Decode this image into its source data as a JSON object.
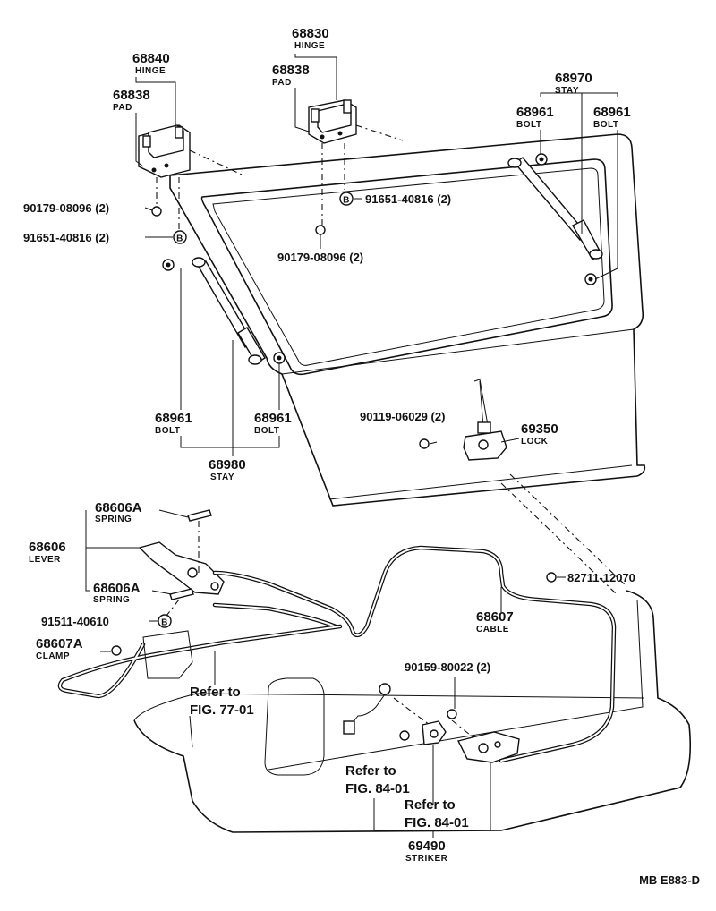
{
  "callouts": {
    "c68840": {
      "number": "68840",
      "name": "HINGE"
    },
    "c68838a": {
      "number": "68838",
      "name": "PAD"
    },
    "c68830": {
      "number": "68830",
      "name": "HINGE"
    },
    "c68838b": {
      "number": "68838",
      "name": "PAD"
    },
    "c68970": {
      "number": "68970",
      "name": "STAY"
    },
    "c68961a": {
      "number": "68961",
      "name": "BOLT"
    },
    "c68961b": {
      "number": "68961",
      "name": "BOLT"
    },
    "c68961c": {
      "number": "68961",
      "name": "BOLT"
    },
    "c68961d": {
      "number": "68961",
      "name": "BOLT"
    },
    "c68980": {
      "number": "68980",
      "name": "STAY"
    },
    "c69350": {
      "number": "69350",
      "name": "LOCK"
    },
    "c68606A1": {
      "number": "68606A",
      "name": "SPRING"
    },
    "c68606": {
      "number": "68606",
      "name": "LEVER"
    },
    "c68606A2": {
      "number": "68606A",
      "name": "SPRING"
    },
    "c68607A": {
      "number": "68607A",
      "name": "CLAMP"
    },
    "c68607": {
      "number": "68607",
      "name": "CABLE"
    },
    "c69490": {
      "number": "69490",
      "name": "STRIKER"
    }
  },
  "fasteners": {
    "f1": "90179-08096 (2)",
    "f2": "91651-40816 (2)",
    "f3": "91651-40816 (2)",
    "f4": "90179-08096 (2)",
    "f5": "90119-06029 (2)",
    "f6": "82711-12070",
    "f7": "91511-40610",
    "f8": "90159-80022 (2)"
  },
  "references": {
    "r1": {
      "line1": "Refer to",
      "line2": "FIG. 77-01"
    },
    "r2": {
      "line1": "Refer to",
      "line2": "FIG. 84-01"
    },
    "r3": {
      "line1": "Refer to",
      "line2": "FIG. 84-01"
    }
  },
  "drawing_code": "MB E883-D",
  "icons": {
    "b_marker": "B"
  }
}
